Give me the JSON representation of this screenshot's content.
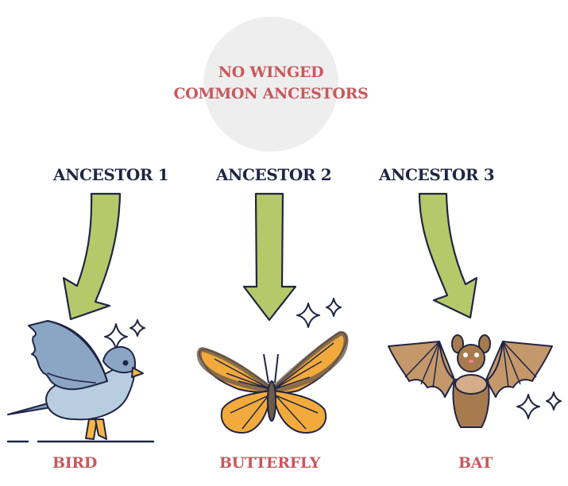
{
  "center": {
    "line1": "NO WINGED",
    "line2": "COMMON ANCESTORS"
  },
  "ancestors": [
    {
      "label": "ANCESTOR 1"
    },
    {
      "label": "ANCESTOR 2"
    },
    {
      "label": "ANCESTOR 3"
    }
  ],
  "animals": [
    {
      "label": "BIRD",
      "icon": "bird-icon"
    },
    {
      "label": "BUTTERFLY",
      "icon": "butterfly-icon"
    },
    {
      "label": "BAT",
      "icon": "bat-icon"
    }
  ],
  "colors": {
    "title_red": "#c8585c",
    "ancestor_navy": "#1f2544",
    "arrow_green": "#b5c96a",
    "circle_gray": "#eeeeee",
    "outline": "#1f2544"
  }
}
